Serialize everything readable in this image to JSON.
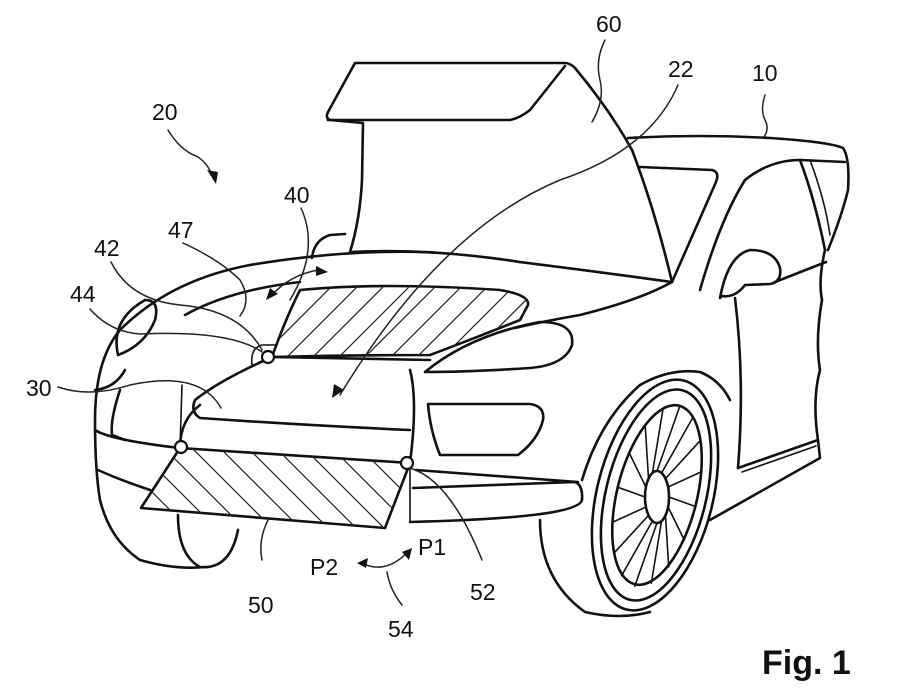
{
  "figure": {
    "caption": "Fig. 1",
    "subject": "Vehicle front with opened hood, front flap and bonnet"
  },
  "reference_labels": {
    "vehicle": "10",
    "front_end_arrangement": "20",
    "front_compartment": "22",
    "bumper_region": "30",
    "opening": "40",
    "hinge_42": "42",
    "hinge_44": "44",
    "opening_direction": "47",
    "flap": "50",
    "flap_hinge": "52",
    "pivot_motion": "54",
    "hood": "60",
    "position_1": "P1",
    "position_2": "P2"
  }
}
